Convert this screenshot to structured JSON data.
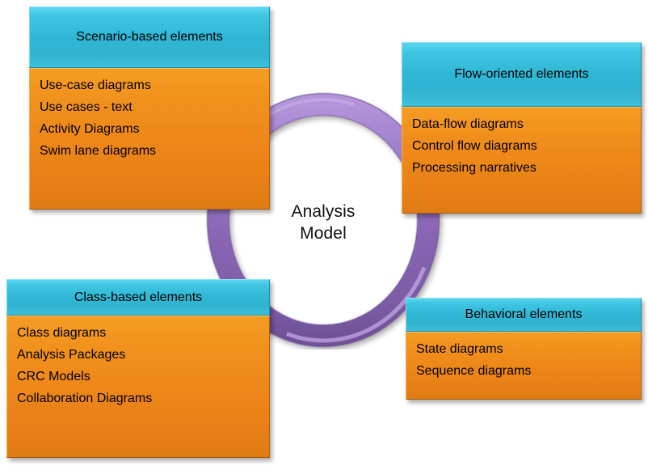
{
  "diagram": {
    "title": "Analysis Model",
    "center": {
      "line1": "Analysis",
      "line2": "Model"
    },
    "colors": {
      "header_blue": "#2eb6d4",
      "body_orange": "#f08e1b",
      "ring_purple": "#8a66b5",
      "ring_highlight": "#b092d6",
      "background": "#ffffff",
      "text": "#000000"
    },
    "ring_label": "analysis-model-ring",
    "quadrants": [
      {
        "id": "scenario",
        "header": "Scenario-based elements",
        "items": [
          "Use-case diagrams",
          "Use cases - text",
          "Activity Diagrams",
          "Swim lane diagrams"
        ]
      },
      {
        "id": "flow",
        "header": "Flow-oriented elements",
        "items": [
          "Data-flow diagrams",
          "Control flow diagrams",
          "Processing narratives"
        ]
      },
      {
        "id": "class",
        "header": "Class-based elements",
        "items": [
          "Class diagrams",
          "Analysis Packages",
          "CRC Models",
          "Collaboration Diagrams"
        ]
      },
      {
        "id": "behavior",
        "header": "Behavioral elements",
        "items": [
          "State diagrams",
          "Sequence diagrams"
        ]
      }
    ]
  }
}
